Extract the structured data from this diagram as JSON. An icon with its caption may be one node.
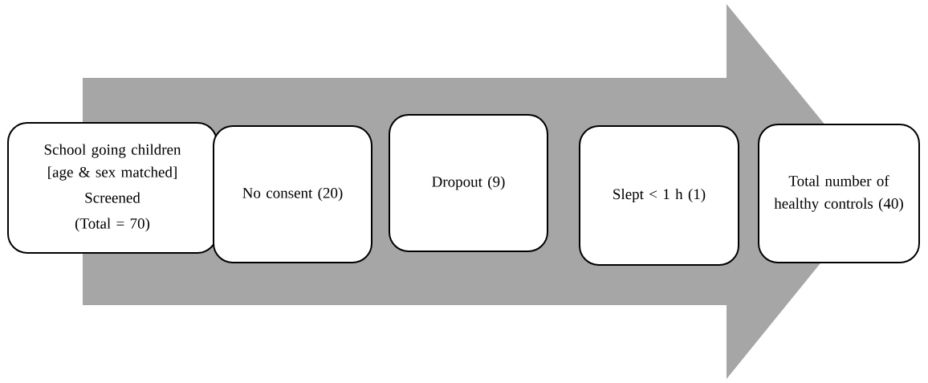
{
  "diagram": {
    "nodes": [
      {
        "text": [
          "School going children [age & sex matched]",
          "Screened",
          "(Total = 70)"
        ]
      },
      {
        "text": [
          "No consent (20)"
        ]
      },
      {
        "text": [
          "Dropout (9)"
        ]
      },
      {
        "text": [
          "Slept < 1 h (1)"
        ]
      },
      {
        "text": [
          "Total number of healthy controls (40)"
        ]
      }
    ]
  }
}
